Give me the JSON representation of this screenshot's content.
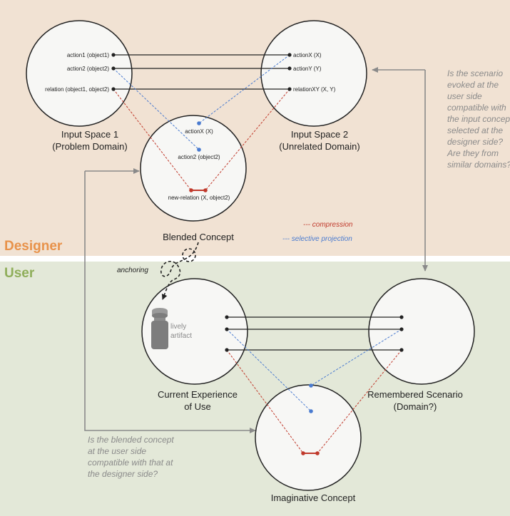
{
  "colors": {
    "designer_bg": "#f1e2d3",
    "user_bg": "#e3e8d8",
    "designer_accent": "#e8924a",
    "user_accent": "#8fae5a",
    "compression": "#c0392b",
    "selective": "#4a7bd0",
    "circle_fill": "#f7f7f5",
    "connector": "#8a8a8a"
  },
  "sections": {
    "designer_label": "Designer",
    "user_label": "User"
  },
  "input_space_1": {
    "items": [
      "action1 (object1)",
      "action2 (object2)",
      "relation (object1, object2)"
    ],
    "caption_line1": "Input Space 1",
    "caption_line2": "(Problem Domain)"
  },
  "input_space_2": {
    "items": [
      "actionX (X)",
      "actionY (Y)",
      "relationXY (X, Y)"
    ],
    "caption_line1": "Input Space 2",
    "caption_line2": "(Unrelated Domain)"
  },
  "blended_concept": {
    "items": [
      "actionX (X)",
      "action2 (object2)",
      "new-relation (X, object2)"
    ],
    "caption": "Blended Concept"
  },
  "legend": {
    "compression": "--- compression",
    "selective": "--- selective projection"
  },
  "anchoring_label": "anchoring",
  "artifact": {
    "line1": "lively",
    "line2": "artifact"
  },
  "current_experience": {
    "caption_line1": "Current Experience",
    "caption_line2": "of Use"
  },
  "remembered_scenario": {
    "caption_line1": "Remembered Scenario",
    "caption_line2": "(Domain?)"
  },
  "imaginative_concept": {
    "caption": "Imaginative Concept"
  },
  "question_right": [
    "Is the scenario",
    "evoked at the",
    "user side",
    "compatible with",
    "the input concept",
    "selected at the",
    "designer side?",
    "Are they from",
    "similar domains?"
  ],
  "question_left": [
    "Is the blended concept",
    "at the user side",
    "compatible with that at",
    "the designer side?"
  ]
}
